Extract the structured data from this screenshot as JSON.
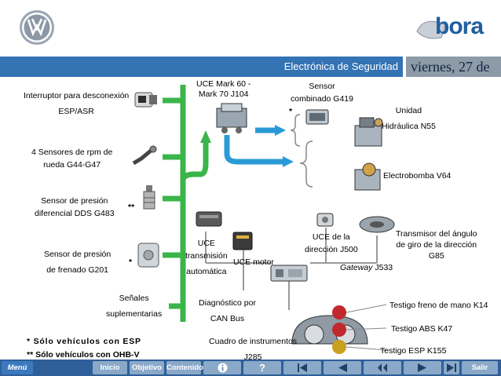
{
  "header": {
    "title": "Electrónica de Seguridad",
    "date": "viernes, 27 de",
    "brand": "bora"
  },
  "labels": {
    "interruptor": "Interruptor para desconexión",
    "interruptor2": "ESP/ASR",
    "sensores_rpm": "4 Sensores de rpm de",
    "sensores_rpm2": "rueda G44-G47",
    "sensor_presion_dif": "Sensor de presión",
    "sensor_presion_dif2": "diferencial DDS G483",
    "sensor_frenado": "Sensor de presión",
    "sensor_frenado2": "de frenado G201",
    "senales": "Señales",
    "senales2": "suplementarias",
    "uce_mark": "UCE Mark 60 -",
    "uce_mark2": "Mark 70 J104",
    "sensor_comb": "Sensor",
    "sensor_comb2": "combinado G419",
    "unidad": "Unidad",
    "unidad2": "Hidráulica N55",
    "electrobomba": "Electrobomba V64",
    "uce_trans": "UCE",
    "uce_trans2": "transmisión",
    "uce_trans3": "automática",
    "uce_motor": "UCE motor",
    "uce_dir": "UCE de la",
    "uce_dir2": "dirección J500",
    "transmisor": "Transmisor del ángulo",
    "transmisor2": "de giro  de la dirección",
    "transmisor3": "G85",
    "gateway": "Gateway",
    "gateway2": " J533",
    "diagnostico": "Diagnóstico por",
    "diagnostico2": "CAN Bus",
    "cuadro": "Cuadro de instrumentos",
    "cuadro2": "J285",
    "testigo_freno": "Testigo freno de mano K14",
    "testigo_abs": "Testigo ABS K47",
    "testigo_esp": "Testigo ESP K155",
    "note1": "* Sólo vehículos con ESP",
    "note2": "** Sólo vehículos con OHB-V",
    "star1": "*",
    "star2": "**",
    "star3": "*"
  },
  "nav": {
    "menu": "Menú",
    "inicio": "Inicio",
    "objetivo": "Objetivo",
    "contenido": "Contenido",
    "help": "?",
    "salir": "Salir"
  },
  "colors": {
    "title_bar": "#3473b4",
    "green_line": "#3ab54a",
    "blue_line": "#2a9ad6",
    "nav_bar": "#2e5f99",
    "nav_button": "#8aa8c8"
  }
}
